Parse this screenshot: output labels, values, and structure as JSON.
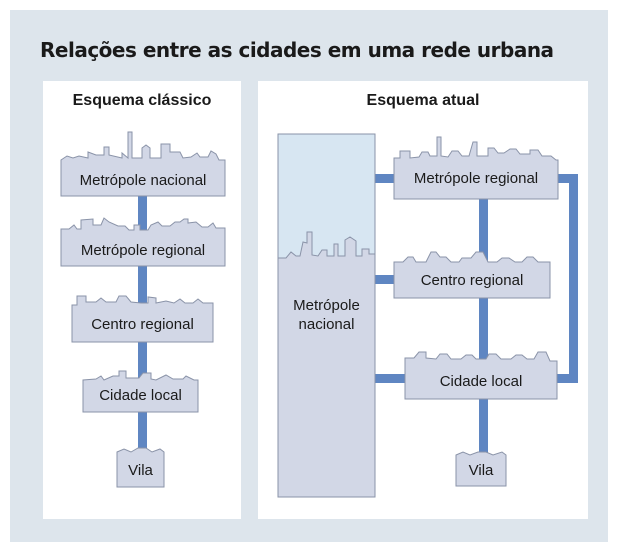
{
  "title": "Relações entre as cidades em uma rede urbana",
  "classic": {
    "title": "Esquema clássico",
    "levels": [
      "Metrópole nacional",
      "Metrópole regional",
      "Centro regional",
      "Cidade local",
      "Vila"
    ]
  },
  "current": {
    "title": "Esquema atual",
    "metropole_nacional_line1": "Metrópole",
    "metropole_nacional_line2": "nacional",
    "levels": [
      "Metrópole regional",
      "Centro regional",
      "Cidade local",
      "Vila"
    ]
  },
  "colors": {
    "background": "#dde5ec",
    "panel": "#ffffff",
    "city_fill": "#d2d7e6",
    "city_stroke": "#8a93a8",
    "connector": "#5f86c2",
    "sky": "#d7e6f2"
  }
}
